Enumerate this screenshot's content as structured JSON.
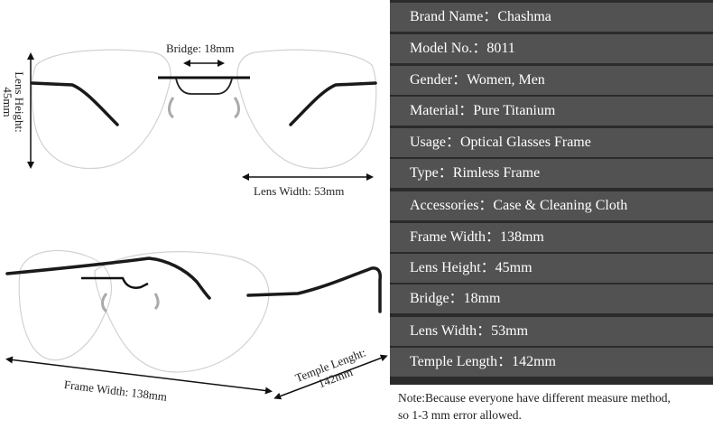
{
  "dimension_labels": {
    "bridge": "Bridge: 18mm",
    "lens_height_line1": "Lens Height:",
    "lens_height_line2": "45mm",
    "lens_width": "Lens Width: 53mm",
    "frame_width": "Frame Width:  138mm",
    "temple_length_line1": "Temple Lenght:",
    "temple_length_line2": "142mm"
  },
  "specs": [
    {
      "label": "Brand Name：",
      "value": "Chashma"
    },
    {
      "label": "Model No.：",
      "value": "8011"
    },
    {
      "label": "Gender：",
      "value": "Women, Men"
    },
    {
      "label": "Material：",
      "value": "Pure Titanium"
    },
    {
      "label": "Usage：",
      "value": "Optical Glasses Frame"
    },
    {
      "label": "Type：",
      "value": "Rimless Frame"
    },
    {
      "label": "Accessories：",
      "value": "Case & Cleaning Cloth"
    },
    {
      "label": "Frame Width：",
      "value": "138mm"
    },
    {
      "label": "Lens Height：",
      "value": "45mm"
    },
    {
      "label": "Bridge：",
      "value": "18mm"
    },
    {
      "label": "Lens Width：",
      "value": "53mm"
    },
    {
      "label": "Temple Length：",
      "value": "142mm"
    }
  ],
  "note": {
    "line1": "Note:Because everyone have different measure method,",
    "line2": "so 1-3 mm error allowed."
  },
  "colors": {
    "panel_bg": "#2b2b2b",
    "row_bg": "#525252",
    "row_text": "#ffffff"
  }
}
